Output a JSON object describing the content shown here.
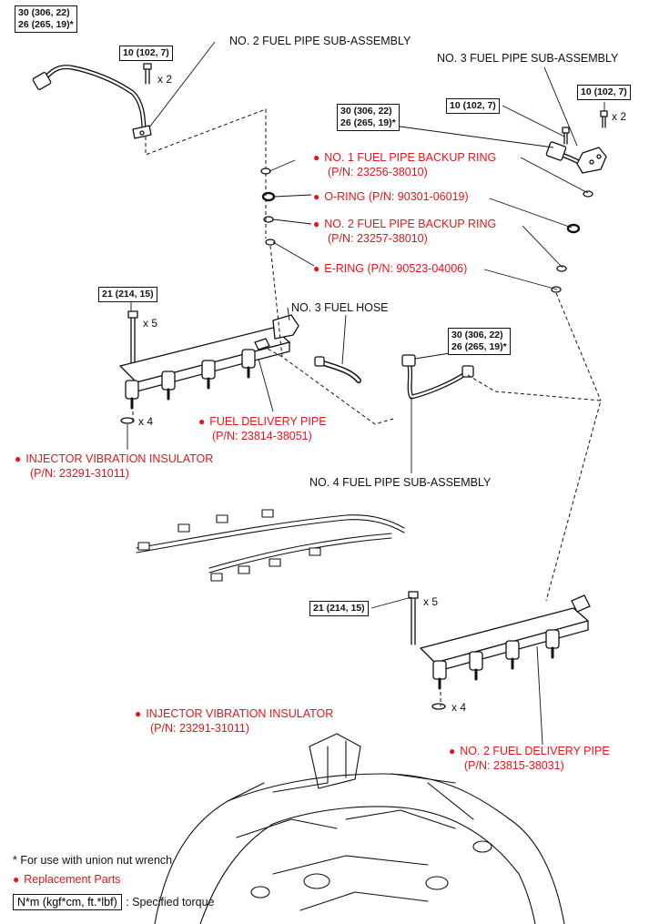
{
  "torque_boxes": {
    "top_left": {
      "line1": "30 (306, 22)",
      "line2": "26 (265, 19)*"
    },
    "no2_pipe_bolt": "10 (102, 7)",
    "no3_pipe_left": "10 (102, 7)",
    "no3_pipe_right": "10 (102, 7)",
    "no3_union": {
      "line1": "30 (306, 22)",
      "line2": "26 (265, 19)*"
    },
    "delivery_pipe_bolt": "21 (214, 15)",
    "no4_union": {
      "line1": "30 (306, 22)",
      "line2": "26 (265, 19)*"
    },
    "no2_delivery_bolt": "21 (214, 15)"
  },
  "quantities": {
    "no2_pipe_bolt": "x 2",
    "no3_pipe_bolt": "x 2",
    "delivery_bolt": "x 5",
    "insulator_left": "x 4",
    "no2_delivery_bolt": "x 5",
    "insulator_right": "x 4"
  },
  "parts": {
    "no2_fuel_pipe": "NO. 2 FUEL PIPE SUB-ASSEMBLY",
    "no3_fuel_pipe": "NO. 3 FUEL PIPE SUB-ASSEMBLY",
    "no1_backup_ring": {
      "name": "NO. 1 FUEL PIPE BACKUP RING",
      "pn": "(P/N: 23256-38010)"
    },
    "o_ring": {
      "name": "O-RING (P/N: 90301-06019)"
    },
    "no2_backup_ring": {
      "name": "NO. 2 FUEL PIPE BACKUP RING",
      "pn": "(P/N: 23257-38010)"
    },
    "e_ring": {
      "name": "E-RING (P/N: 90523-04006)"
    },
    "no3_fuel_hose": "NO. 3 FUEL HOSE",
    "fuel_delivery_pipe": {
      "name": "FUEL DELIVERY PIPE",
      "pn": "(P/N: 23814-38051)"
    },
    "injector_insulator_left": {
      "name": "INJECTOR VIBRATION INSULATOR",
      "pn": "(P/N: 23291-31011)"
    },
    "no4_fuel_pipe": "NO. 4 FUEL PIPE SUB-ASSEMBLY",
    "injector_insulator_right": {
      "name": "INJECTOR VIBRATION INSULATOR",
      "pn": "(P/N: 23291-31011)"
    },
    "no2_fuel_delivery_pipe": {
      "name": "NO. 2 FUEL DELIVERY PIPE",
      "pn": "(P/N: 23815-38031)"
    }
  },
  "legend": {
    "union_note": "* For use with union nut wrench",
    "replacement": "Replacement Parts",
    "torque_unit": "N*m (kgf*cm, ft.*lbf)",
    "torque_desc": ": Specified torque"
  },
  "colors": {
    "replacement_red": "#e8141b",
    "line": "#111111"
  }
}
